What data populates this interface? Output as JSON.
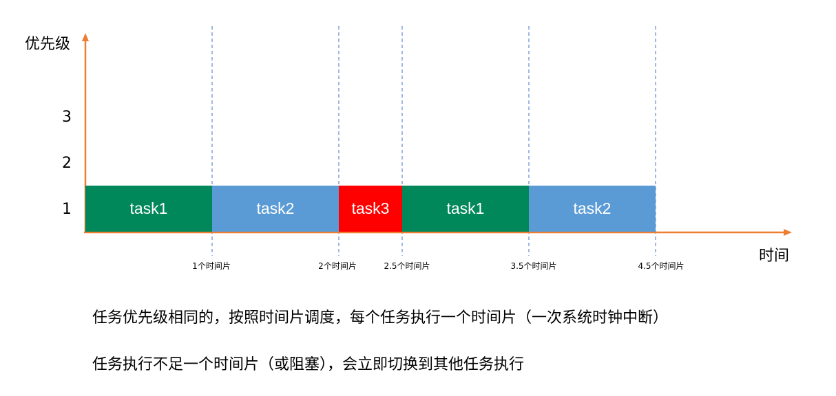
{
  "axes": {
    "y_label": "优先级",
    "x_label": "时间",
    "y_ticks": [
      "1",
      "2",
      "3"
    ],
    "x_ticks": [
      "1个时间片",
      "2个时间片",
      "2.5个时间片",
      "3.5个时间片",
      "4.5个时间片"
    ],
    "axis_color": "#ED7D31",
    "gridline_color": "#4472C4"
  },
  "tasks": [
    {
      "label": "task1",
      "start": 0,
      "end": 1,
      "color": "#00875A"
    },
    {
      "label": "task2",
      "start": 1,
      "end": 2,
      "color": "#5B9BD5"
    },
    {
      "label": "task3",
      "start": 2,
      "end": 2.5,
      "color": "#FF0000"
    },
    {
      "label": "task1",
      "start": 2.5,
      "end": 3.5,
      "color": "#00875A"
    },
    {
      "label": "task2",
      "start": 3.5,
      "end": 4.5,
      "color": "#5B9BD5"
    }
  ],
  "notes": [
    "任务优先级相同的，按照时间片调度，每个任务执行一个时间片（一次系统时钟中断）",
    "任务执行不足一个时间片（或阻塞），会立即切换到其他任务执行"
  ]
}
